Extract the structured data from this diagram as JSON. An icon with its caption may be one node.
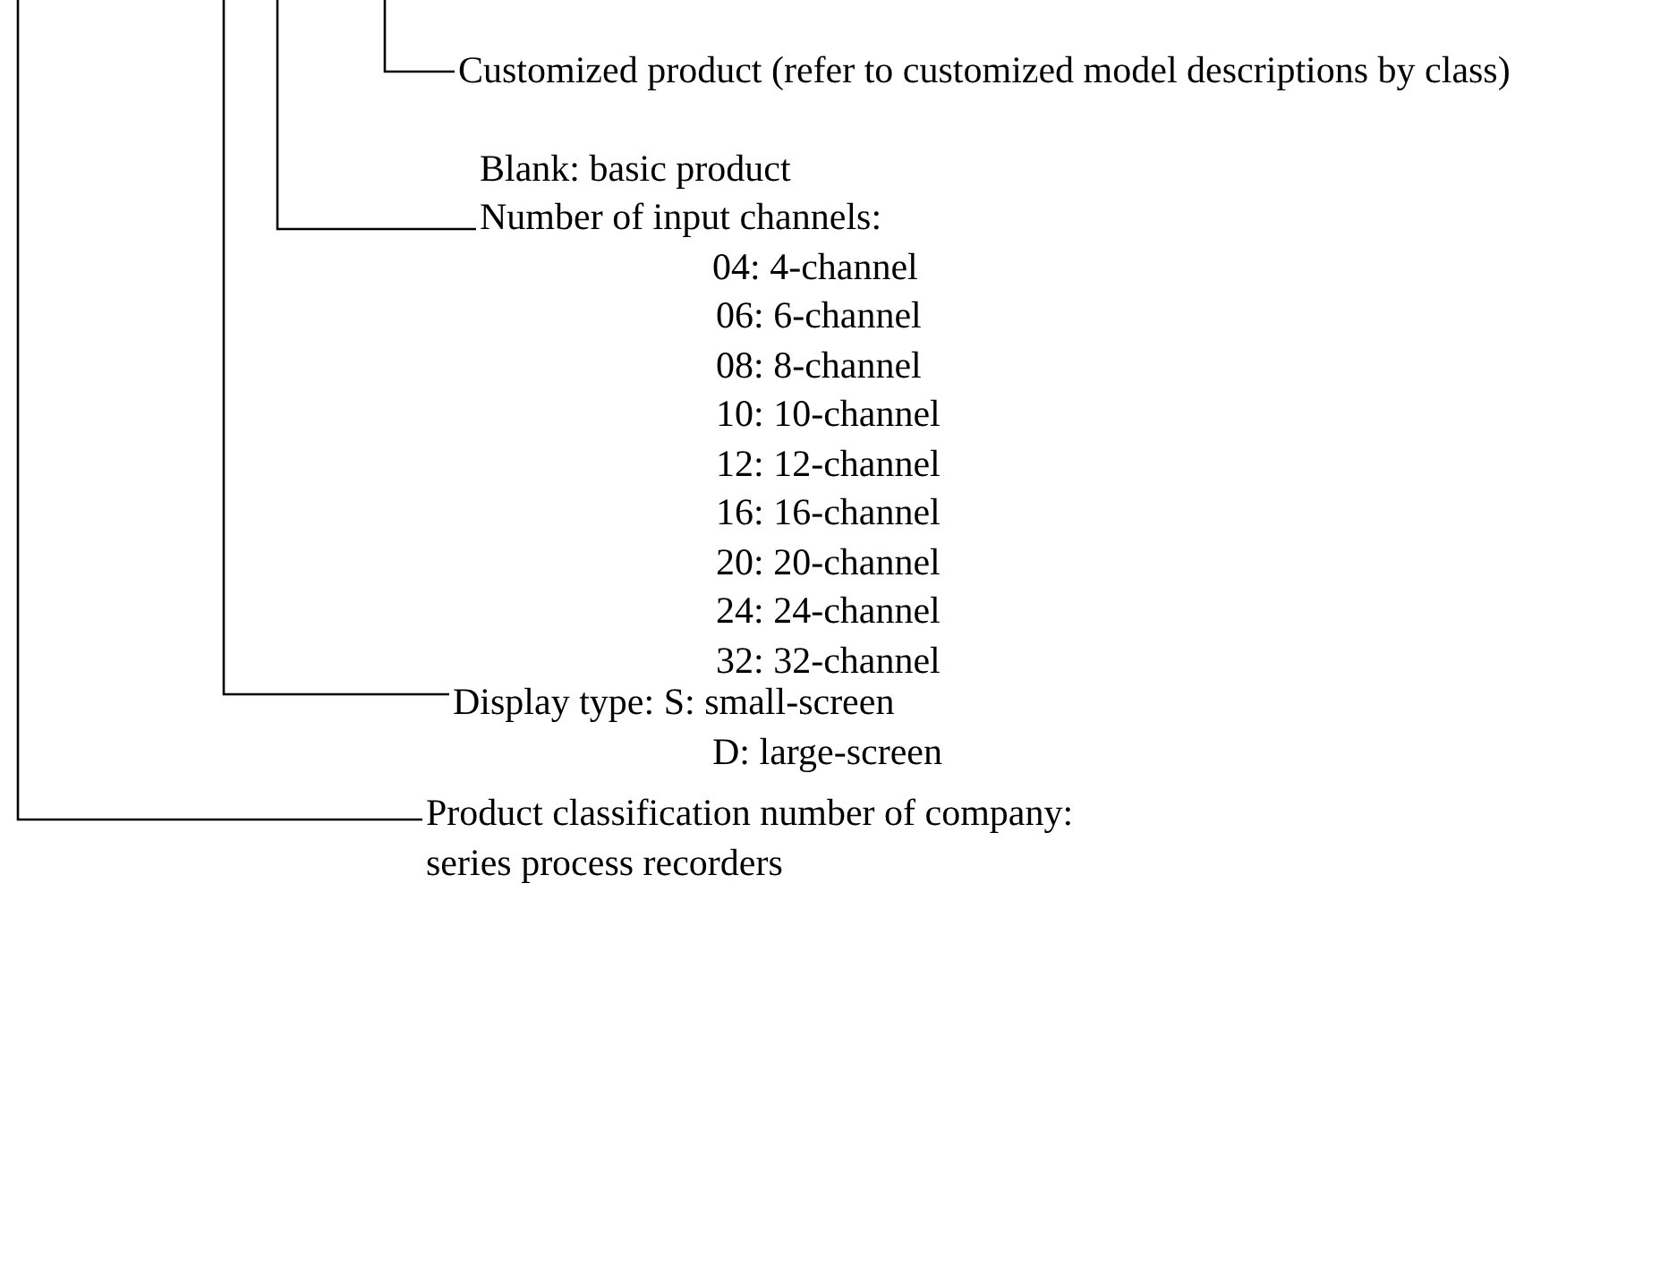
{
  "diagram": {
    "nodes": [
      {
        "text": [
          "Customized product (refer to customized model descriptions by class)",
          "Blank: basic product"
        ]
      },
      {
        "text": [
          "Number of input channels:",
          "04: 4-channel",
          "06: 6-channel",
          "08: 8-channel",
          "10: 10-channel",
          "12: 12-channel",
          "16: 16-channel",
          "20: 20-channel",
          "24: 24-channel",
          "32: 32-channel"
        ]
      },
      {
        "text": [
          "Display type: S: small-screen",
          "D: large-screen"
        ]
      },
      {
        "text": [
          "Product classification number of company:",
          "series process recorders"
        ]
      }
    ],
    "edges": [
      {
        "from": 0,
        "to": null,
        "arrow": "none"
      },
      {
        "from": 1,
        "to": null,
        "arrow": "none"
      },
      {
        "from": 2,
        "to": null,
        "arrow": "none"
      },
      {
        "from": 3,
        "to": null,
        "arrow": "none"
      }
    ]
  }
}
